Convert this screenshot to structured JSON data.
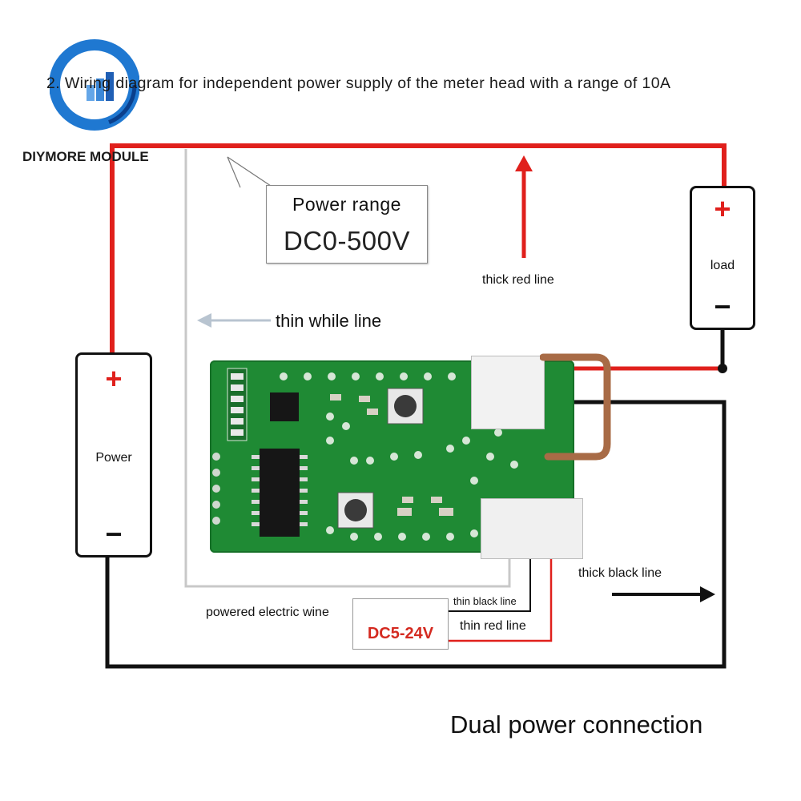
{
  "header": {
    "title": "2. Wiring diagram for independent power supply of the meter head with a range of 10A",
    "brand": "DIYMORE MODULE"
  },
  "callout": {
    "line1": "Power range",
    "line2": "DC0-500V"
  },
  "power_box": {
    "plus": "+",
    "label": "Power",
    "minus": "−"
  },
  "load_box": {
    "plus": "+",
    "label": "load",
    "minus": "−"
  },
  "dc_box": {
    "label": "DC5-24V"
  },
  "labels": {
    "thick_red_line": "thick red line",
    "thin_white_line": "thin while line",
    "thick_black_line": "thick black line",
    "thin_black_line": "thin black line",
    "thin_red_line": "thin red line",
    "powered_wire": "powered electric wine"
  },
  "footer": {
    "caption": "Dual power connection"
  },
  "colors": {
    "red": "#e0201c",
    "black": "#111111",
    "pcb_green": "#1f8a34",
    "arrow_gray": "#b8c4d0",
    "logo_blue": "#1f78d1"
  },
  "icons": [
    "diymore-logo-icon",
    "up-arrow-icon",
    "left-arrow-icon",
    "right-arrow-icon"
  ]
}
